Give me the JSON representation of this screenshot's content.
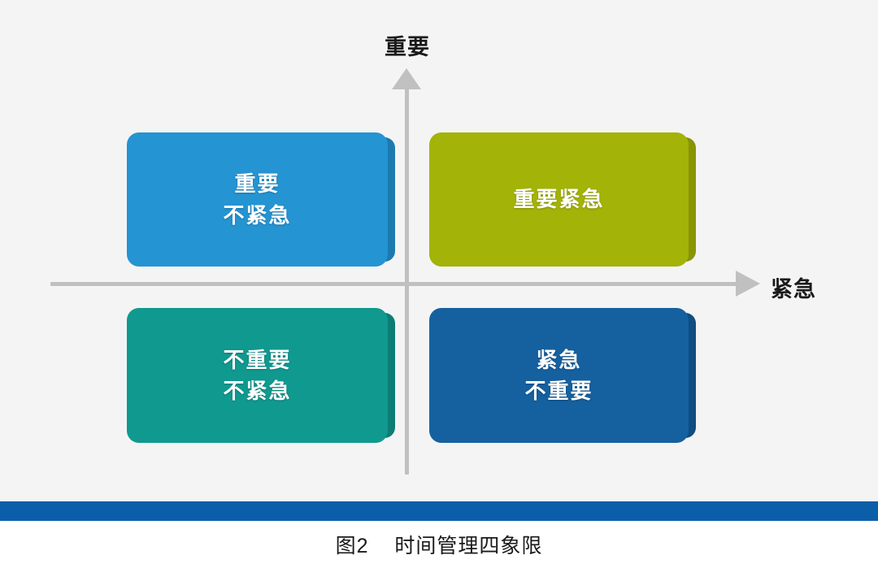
{
  "figure": {
    "caption": "图2    时间管理四象限",
    "caption_number": "图2",
    "caption_title": "时间管理四象限"
  },
  "axes": {
    "y_label": "重要",
    "x_label": "紧急",
    "axis_color": "#c0c0c0",
    "y_arrow_icon": "arrow-up-icon",
    "x_arrow_icon": "arrow-right-icon"
  },
  "quadrants": [
    {
      "id": "q2",
      "position": "top-left",
      "lines": [
        "重要",
        "不紧急"
      ],
      "text": "重要\n不紧急",
      "face_color": "#2494d2",
      "side_color": "#1c7ab0"
    },
    {
      "id": "q1",
      "position": "top-right",
      "lines": [
        "重要紧急"
      ],
      "text": "重要紧急",
      "face_color": "#a3b307",
      "side_color": "#879404"
    },
    {
      "id": "q3",
      "position": "bottom-left",
      "lines": [
        "不重要",
        "不紧急"
      ],
      "text": "不重要\n不紧急",
      "face_color": "#10998f",
      "side_color": "#0b7d75"
    },
    {
      "id": "q4",
      "position": "bottom-right",
      "lines": [
        "紧急",
        "不重要"
      ],
      "text": "紧急\n不重要",
      "face_color": "#15609f",
      "side_color": "#0f4d82"
    }
  ],
  "decor": {
    "rule_color": "#0b5ea8",
    "canvas_background": "#f4f4f4",
    "page_background": "#ffffff"
  }
}
